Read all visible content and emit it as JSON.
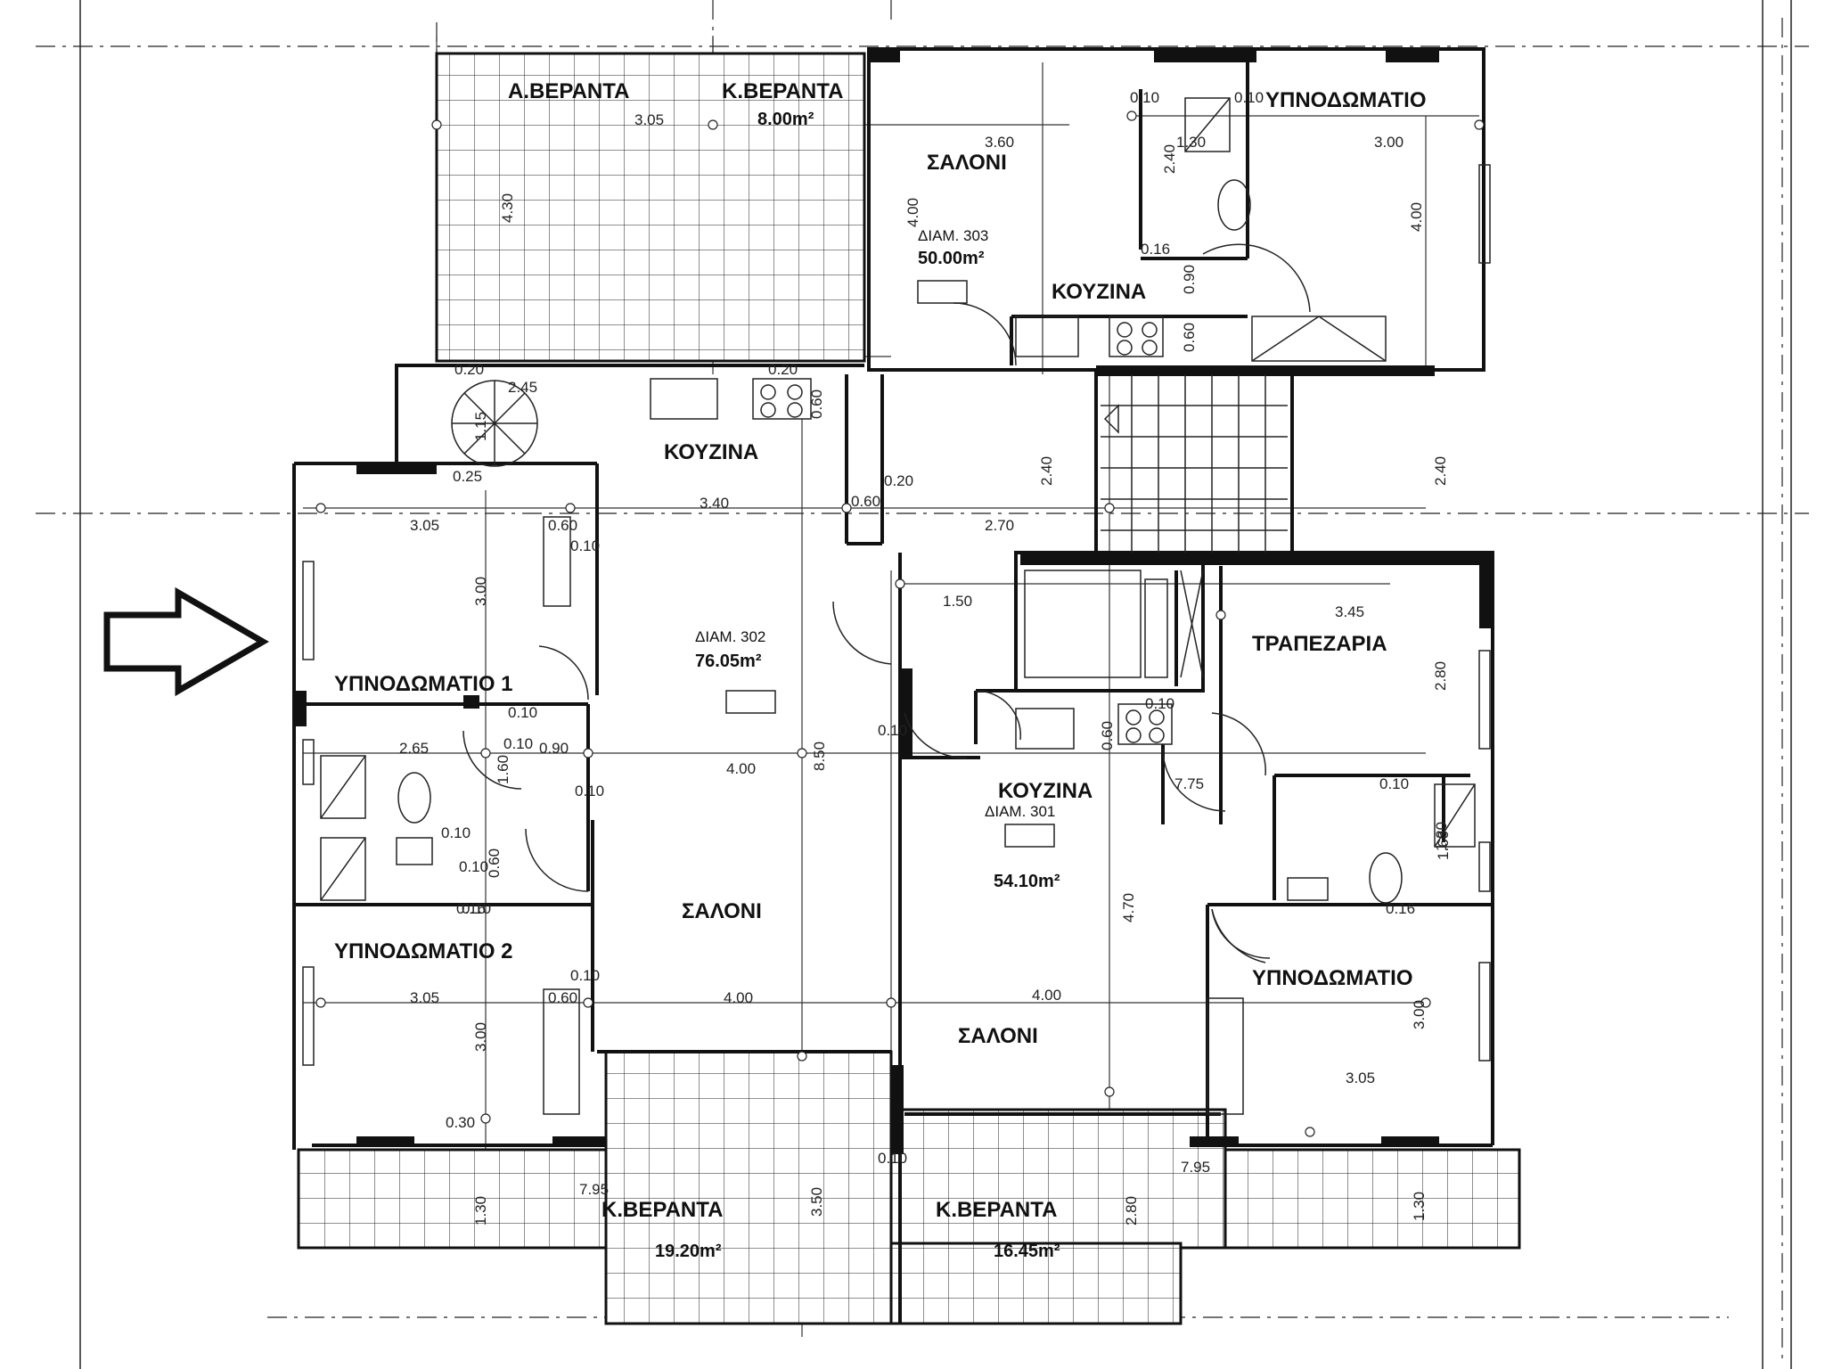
{
  "colors": {
    "ink": "#111111",
    "paper": "#ffffff"
  },
  "entrance_arrow_icon": "outline-right-arrow",
  "rooms": {
    "top_veranda_a": "Α.ΒΕΡΑΝΤΑ",
    "top_veranda_k": "Κ.ΒΕΡΑΝΤΑ",
    "top_veranda_area": "8.00m²",
    "apt303_bedroom": "ΥΠΝΟΔΩΜΑΤΙΟ",
    "apt303_living": "ΣΑΛΟΝΙ",
    "apt303_label": "ΔΙΑΜ. 303",
    "apt303_area": "50.00m²",
    "apt303_kitchen": "ΚΟΥΖΙΝΑ",
    "apt302_kitchen": "ΚΟΥΖΙΝΑ",
    "apt302_label": "ΔΙΑΜ. 302",
    "apt302_area": "76.05m²",
    "apt302_bedroom1": "ΥΠΝΟΔΩΜΑΤΙΟ 1",
    "apt302_bedroom2": "ΥΠΝΟΔΩΜΑΤΙΟ 2",
    "apt302_living": "ΣΑΛΟΝΙ",
    "apt301_dining": "ΤΡΑΠΕΖΑΡΙΑ",
    "apt301_kitchen": "ΚΟΥΖΙΝΑ",
    "apt301_label": "ΔΙΑΜ. 301",
    "apt301_area": "54.10m²",
    "apt301_bedroom": "ΥΠΝΟΔΩΜΑΤΙΟ",
    "apt301_living": "ΣΑΛΟΝΙ",
    "bottom_veranda_left": "Κ.ΒΕΡΑΝΤΑ",
    "bottom_veranda_left_area": "19.20m²",
    "bottom_veranda_right": "Κ.ΒΕΡΑΝΤΑ",
    "bottom_veranda_right_area": "16.45m²"
  },
  "dimensions": [
    "3.05",
    "4.30",
    "0.20",
    "0.20",
    "0.60",
    "0.10",
    "0.10",
    "1.30",
    "2.40",
    "3.60",
    "4.00",
    "4.00",
    "0.16",
    "0.90",
    "0.60",
    "3.00",
    "0.25",
    "3.05",
    "0.60",
    "0.10",
    "3.40",
    "0.60",
    "0.20",
    "2.70",
    "2.40",
    "2.40",
    "3.00",
    "1.50",
    "3.45",
    "2.80",
    "0.10",
    "0.10",
    "0.90",
    "2.65",
    "8.50",
    "0.10",
    "0.10",
    "4.00",
    "0.60",
    "7.75",
    "0.10",
    "0.10",
    "0.10",
    "0.16",
    "4.70",
    "0.16",
    "1.60",
    "0.10",
    "3.05",
    "0.60",
    "4.00",
    "4.00",
    "3.00",
    "3.00",
    "3.05",
    "0.30",
    "7.95",
    "7.95",
    "1.30",
    "3.50",
    "2.80",
    "1.30",
    "0.10",
    "1.60",
    "0.10",
    "1.15",
    "2.45",
    "0.10",
    "1.30",
    "0.60"
  ]
}
